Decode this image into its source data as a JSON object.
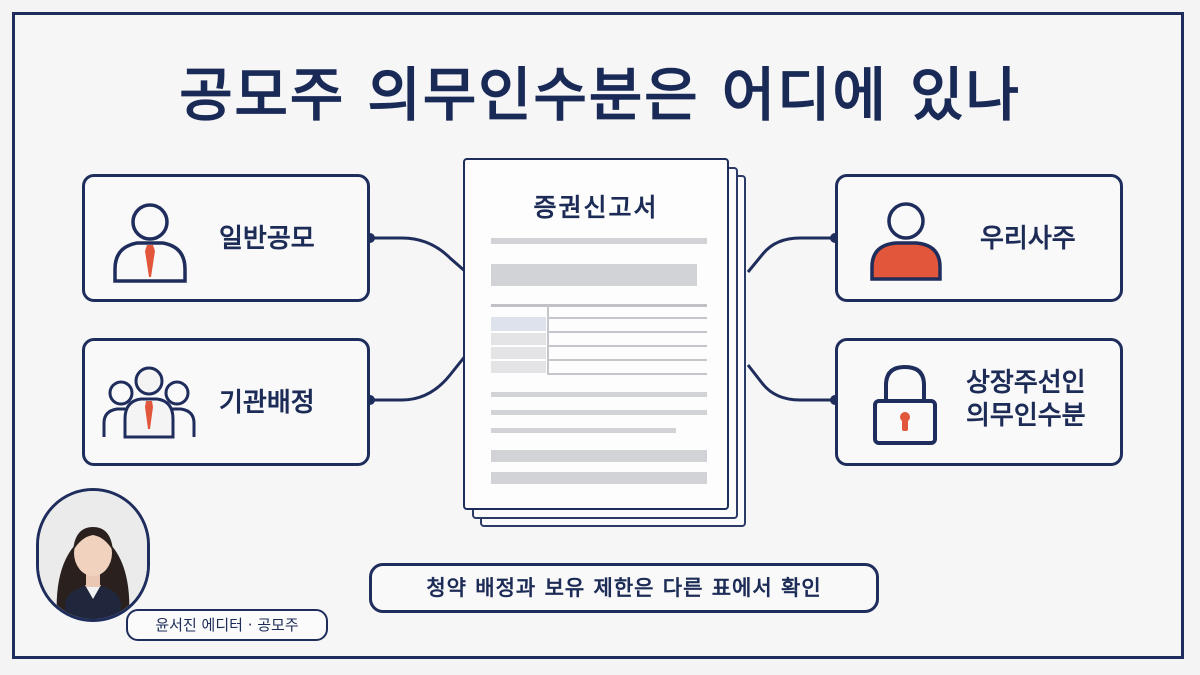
{
  "title": "공모주 의무인수분은 어디에 있나",
  "left_cards": [
    {
      "label": "일반공모",
      "icon": "person-icon"
    },
    {
      "label": "기관배정",
      "icon": "group-icon"
    }
  ],
  "right_cards": [
    {
      "label": "우리사주",
      "icon": "person-filled-icon"
    },
    {
      "label_line1": "상장주선인",
      "label_line2": "의무인수분",
      "icon": "lock-icon"
    }
  ],
  "document": {
    "title": "증권신고서"
  },
  "footer": {
    "text": "청약 배정과 보유 제한은 다른 표에서 확인"
  },
  "byline": {
    "text": "윤서진 에디터 · 공모주"
  },
  "colors": {
    "navy": "#1f2d5c",
    "accent": "#e2563b"
  }
}
